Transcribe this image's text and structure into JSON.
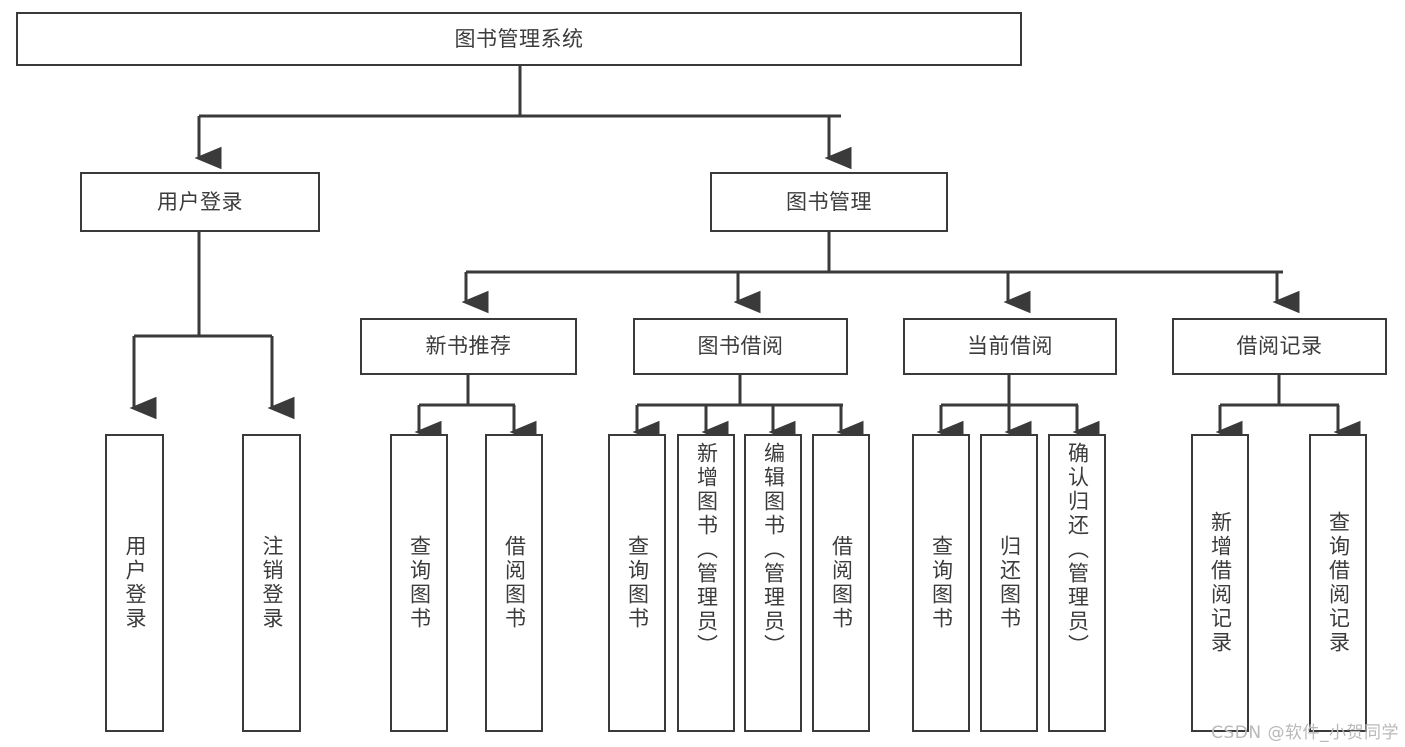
{
  "diagram": {
    "type": "tree",
    "title": "图书管理系统",
    "orientation": "top-down",
    "colors": {
      "background": "#ffffff",
      "node_border": "#3a3a3a",
      "node_fill": "#ffffff",
      "text": "#3c3c3c",
      "edge": "#3a3a3a",
      "watermark": "#b9b9b9"
    }
  },
  "nodes": {
    "root": {
      "label": "图书管理系统"
    },
    "level1": [
      {
        "id": "user-login",
        "label": "用户登录"
      },
      {
        "id": "book-manage",
        "label": "图书管理"
      }
    ],
    "level2": [
      {
        "id": "new-book-recommend",
        "label": "新书推荐"
      },
      {
        "id": "book-borrow",
        "label": "图书借阅"
      },
      {
        "id": "current-borrow",
        "label": "当前借阅"
      },
      {
        "id": "borrow-record",
        "label": "借阅记录"
      }
    ],
    "leaves": {
      "user_login": [
        {
          "id": "leaf-user-login",
          "label": "用户登录"
        },
        {
          "id": "leaf-logout-login",
          "label": "注销登录"
        }
      ],
      "new_book_recommend": [
        {
          "id": "leaf-query-book-1",
          "label": "查询图书"
        },
        {
          "id": "leaf-borrow-book-1",
          "label": "借阅图书"
        }
      ],
      "book_borrow": [
        {
          "id": "leaf-query-book-2",
          "label": "查询图书"
        },
        {
          "id": "leaf-add-book",
          "label": "新增图书（管理员）"
        },
        {
          "id": "leaf-edit-book",
          "label": "编辑图书（管理员）"
        },
        {
          "id": "leaf-borrow-book-2",
          "label": "借阅图书"
        }
      ],
      "current_borrow": [
        {
          "id": "leaf-query-book-3",
          "label": "查询图书"
        },
        {
          "id": "leaf-return-book",
          "label": "归还图书"
        },
        {
          "id": "leaf-confirm-return",
          "label": "确认归还（管理员）"
        }
      ],
      "borrow_record": [
        {
          "id": "leaf-add-record",
          "label": "新增借阅记录"
        },
        {
          "id": "leaf-query-record",
          "label": "查询借阅记录"
        }
      ]
    }
  },
  "watermark": {
    "text": "CSDN @软件_小贺同学"
  }
}
